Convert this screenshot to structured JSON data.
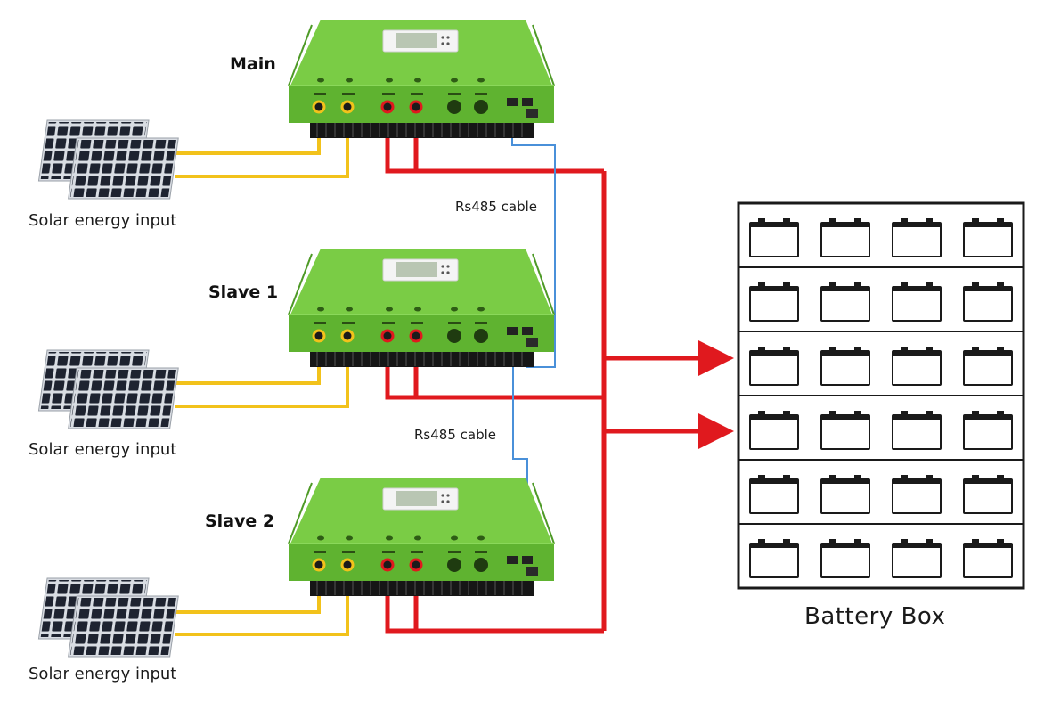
{
  "diagram": {
    "controllers": [
      {
        "label": "Main"
      },
      {
        "label": "Slave 1"
      },
      {
        "label": "Slave 2"
      }
    ],
    "solar_label": "Solar energy input",
    "cables": [
      {
        "label": "Rs485 cable"
      },
      {
        "label": "Rs485 cable"
      }
    ],
    "battery_box": {
      "label": "Battery Box",
      "rows": 6,
      "cols": 4
    },
    "colors": {
      "controller_green": "#6cc13a",
      "pv_wire": "#f2c21b",
      "battery_wire": "#e0191e",
      "rs485_wire": "#4a90d9",
      "panel_cell": "#1e2330"
    }
  }
}
